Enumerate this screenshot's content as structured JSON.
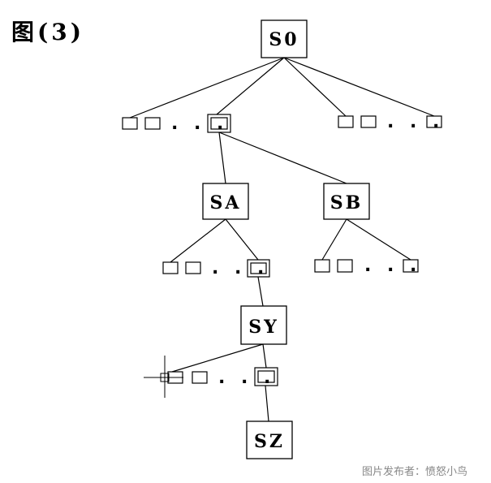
{
  "figure": {
    "title": "图(3)",
    "nodes": {
      "s0": "S0",
      "sa": "SA",
      "sb": "SB",
      "sy": "SY",
      "sz": "SZ"
    },
    "ellipsis": ". . ."
  },
  "watermark": "图片发布者：愤怒小鸟"
}
